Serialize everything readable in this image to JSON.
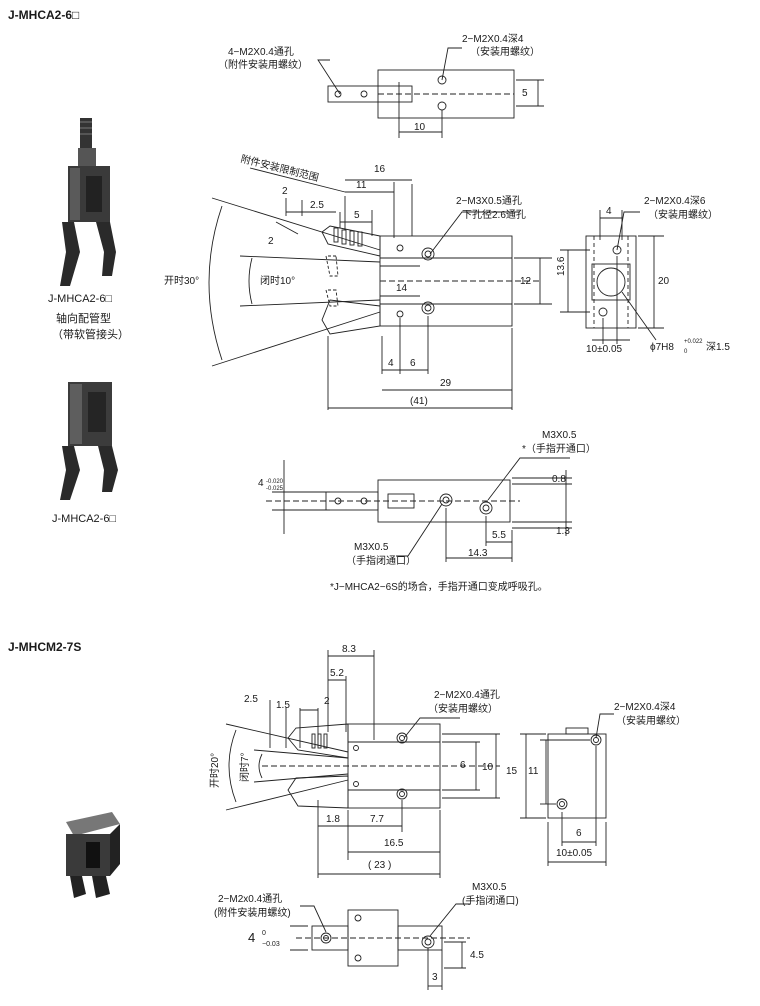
{
  "section1": {
    "title": "J-MHCA2-6□",
    "photo_caption_1": "J-MHCA2-6□",
    "photo_subcaption_1a": "轴向配管型",
    "photo_subcaption_1b": "（带软管接头）",
    "photo_caption_2": "J-MHCA2-6□",
    "top_view": {
      "note_left_1": "4−M2X0.4通孔",
      "note_left_2": "（附件安装用螺纹）",
      "note_right_1": "2−M2X0.4深4",
      "note_right_2": "（安装用螺纹）",
      "dim_10": "10",
      "dim_5": "5"
    },
    "side_view": {
      "range_label": "附件安装限制范围",
      "dim_16": "16",
      "dim_11": "11",
      "dim_2a": "2",
      "dim_2_5": "2.5",
      "dim_5": "5",
      "dim_2b": "2",
      "open_label": "开时30°",
      "close_label": "闭时10°",
      "dim_14": "14",
      "dim_12": "12",
      "dim_4": "4",
      "dim_6": "6",
      "dim_29": "29",
      "dim_41": "(41)",
      "hole_note_1": "2−M3X0.5通孔",
      "hole_note_2": "下孔径2.6通孔"
    },
    "end_view": {
      "note_1": "2−M2X0.4深6",
      "note_2": "（安装用螺纹）",
      "dim_4": "4",
      "dim_13_6": "13.6",
      "dim_20": "20",
      "dim_10": "10±0.05",
      "tol_label": "ϕ7H8",
      "tol_upper": "+0.022",
      "tol_lower": "0",
      "tol_depth": "深1.5"
    },
    "bottom_view": {
      "dim_4": "4",
      "dim_4_tol_upper": "-0.020",
      "dim_4_tol_lower": "-0.025",
      "port_open_1": "M3X0.5",
      "port_open_2": "*（手指开通口）",
      "port_close_1": "M3X0.5",
      "port_close_2": "（手指闭通口）",
      "dim_0_8": "0.8",
      "dim_5_5": "5.5",
      "dim_1_3": "1.3",
      "dim_14_3": "14.3"
    },
    "footnote": "*J−MHCA2−6S的场合，手指开通口变成呼吸孔。"
  },
  "section2": {
    "title": "J-MHCM2-7S",
    "side_view": {
      "dim_8_3": "8.3",
      "dim_5_2": "5.2",
      "dim_2_5": "2.5",
      "dim_1_5": "1.5",
      "dim_2": "2",
      "open_label": "开时20°",
      "close_label": "闭时7°",
      "dim_6": "6",
      "dim_10": "10",
      "dim_15": "15",
      "dim_11": "11",
      "dim_1_8": "1.8",
      "dim_7_7": "7.7",
      "dim_16_5": "16.5",
      "dim_23": "( 23 )",
      "hole_note_1": "2−M2X0.4通孔",
      "hole_note_2": "（安装用螺纹）"
    },
    "end_view": {
      "note_1": "2−M2X0.4深4",
      "note_2": "（安装用螺纹）",
      "dim_6": "6",
      "dim_10": "10±0.05"
    },
    "bottom_view": {
      "note_1": "2−M2x0.4通孔",
      "note_2": "(附件安装用螺纹)",
      "dim_4": "4",
      "dim_4_tol_upper": "0",
      "dim_4_tol_lower": "−0.03",
      "port_1": "M3X0.5",
      "port_2": "(手指闭通口)",
      "dim_4_5": "4.5",
      "dim_3": "3"
    }
  }
}
